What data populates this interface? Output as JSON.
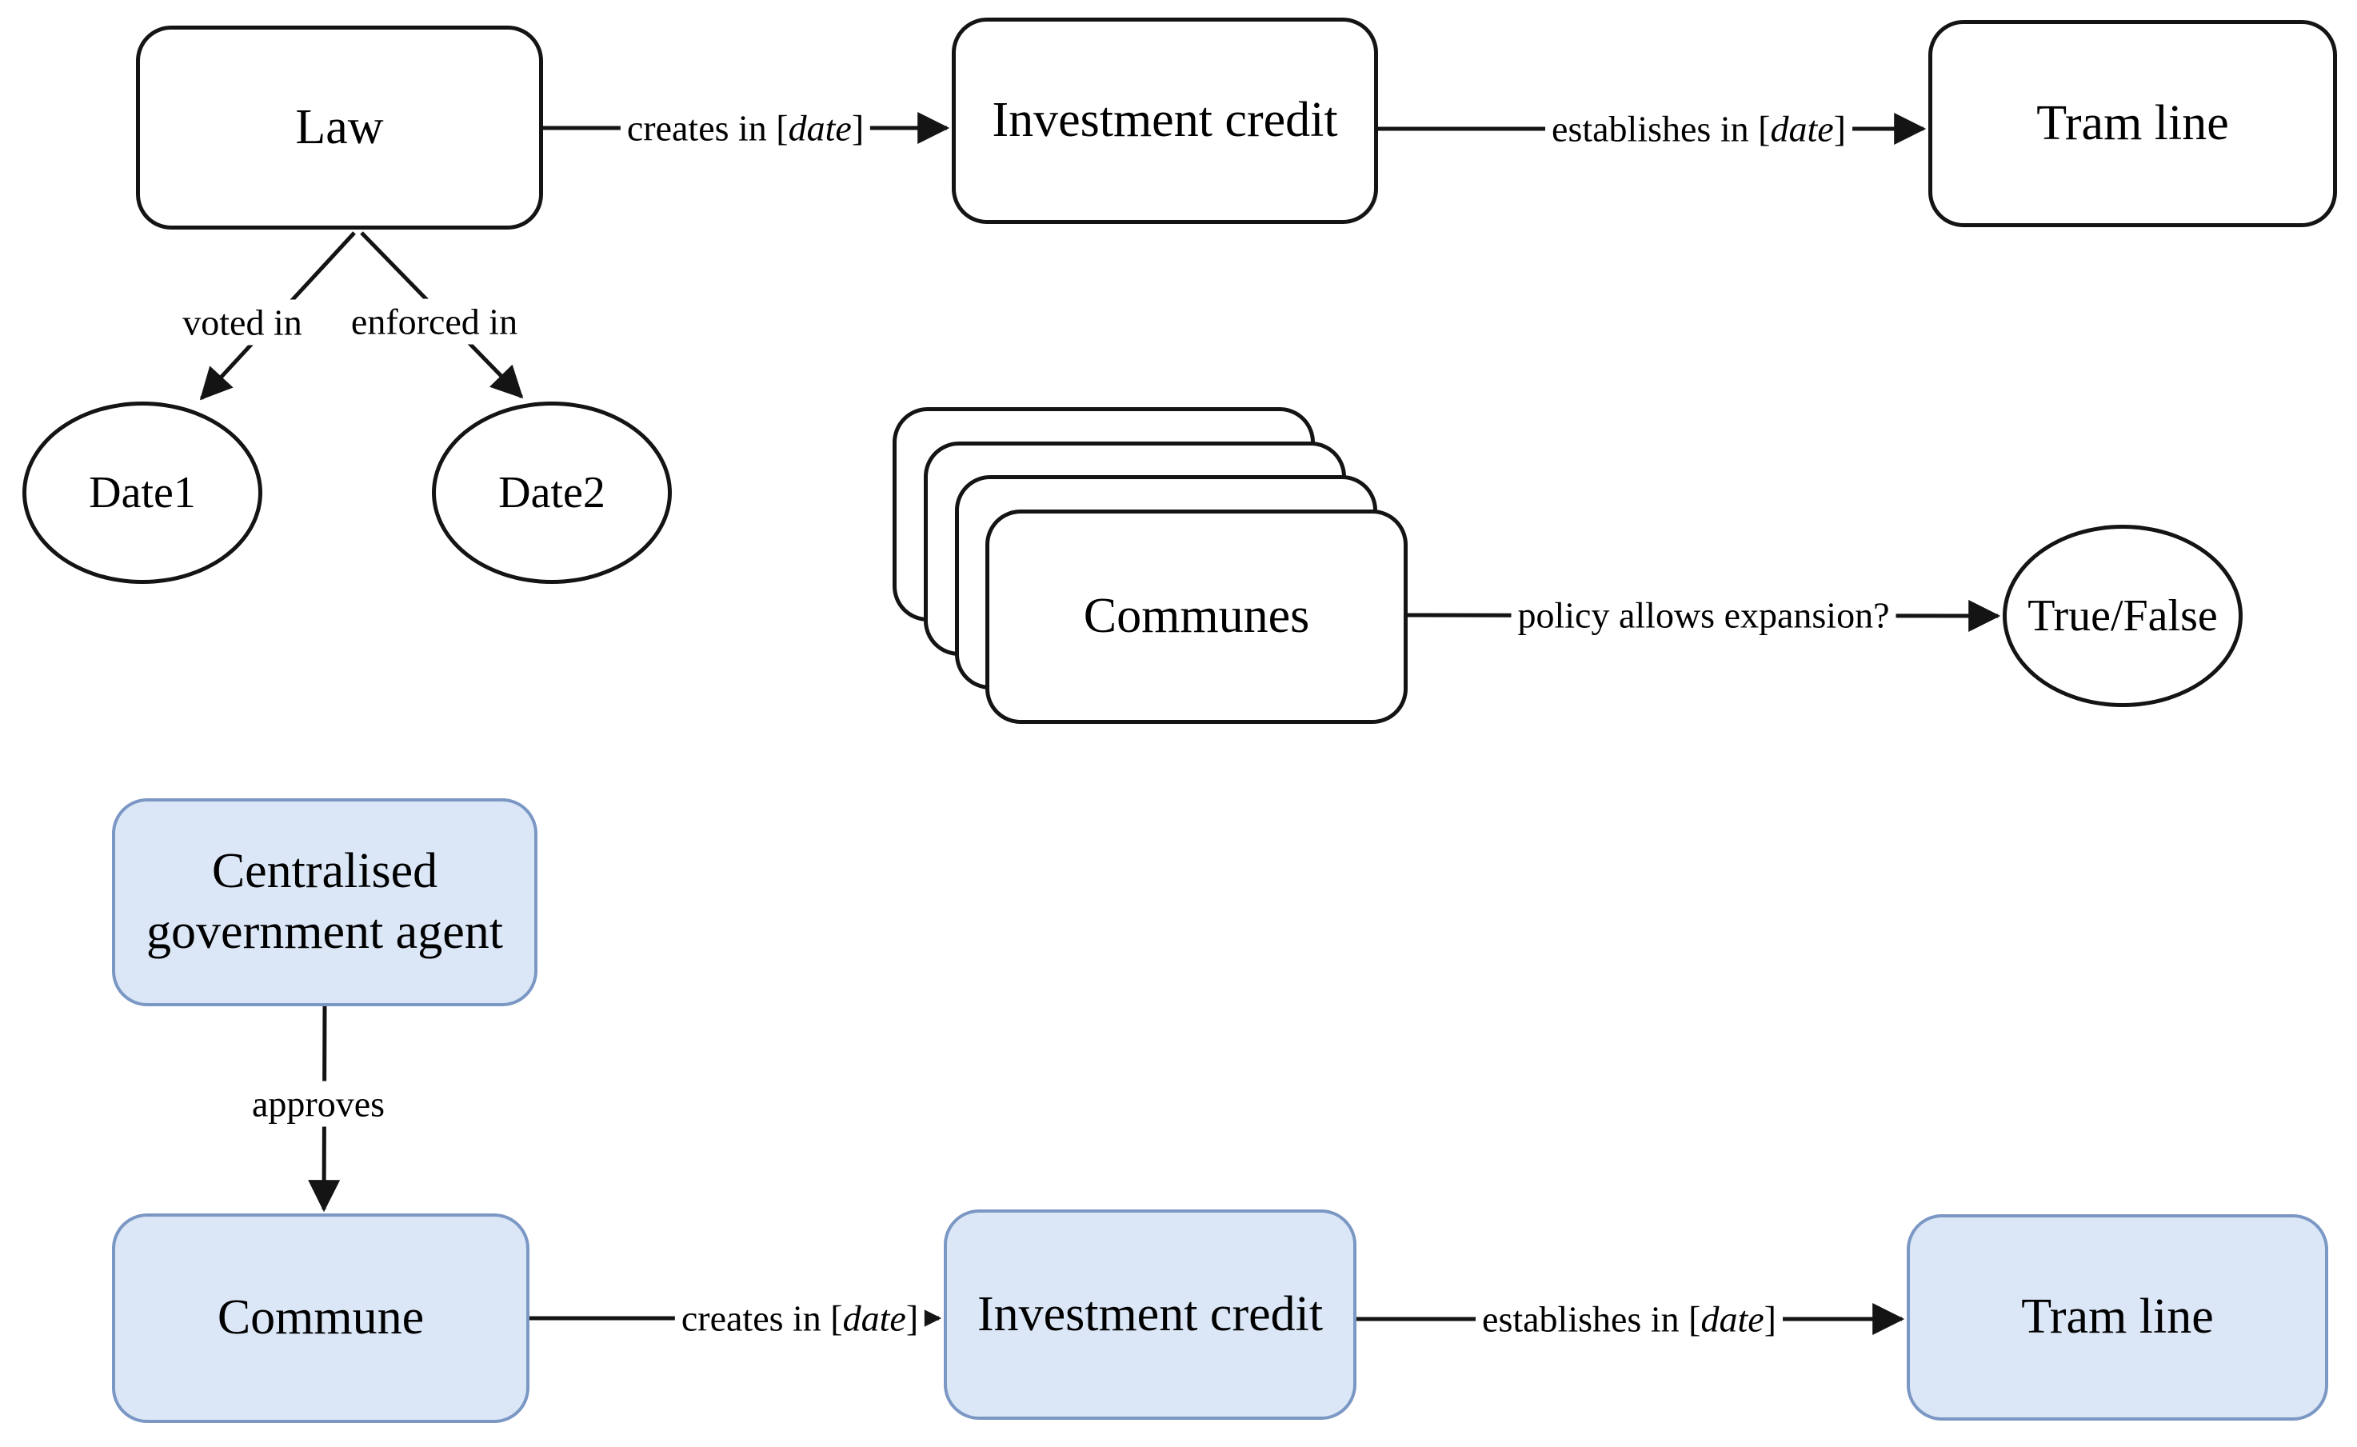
{
  "diagram": {
    "nodes": {
      "law": {
        "label": "Law"
      },
      "investment_credit_top": {
        "label": "Investment credit"
      },
      "tram_line_top": {
        "label": "Tram line"
      },
      "date1": {
        "label": "Date1"
      },
      "date2": {
        "label": "Date2"
      },
      "communes": {
        "label": "Communes"
      },
      "true_false": {
        "label": "True/False"
      },
      "centralised_government_agent": {
        "label": "Centralised government agent"
      },
      "commune": {
        "label": "Commune"
      },
      "investment_credit_bottom": {
        "label": "Investment credit"
      },
      "tram_line_bottom": {
        "label": "Tram line"
      }
    },
    "edge_labels": {
      "creates_top": {
        "pre": "creates in [",
        "italic": "date",
        "post": "]"
      },
      "establishes_top": {
        "pre": "establishes in [",
        "italic": "date",
        "post": "]"
      },
      "voted_in": {
        "text": "voted in"
      },
      "enforced_in": {
        "text": "enforced in"
      },
      "policy_allows_expansion": {
        "text": "policy allows expansion?"
      },
      "approves": {
        "text": "approves"
      },
      "creates_bottom": {
        "pre": "creates in [",
        "italic": "date",
        "post": "]"
      },
      "establishes_bottom": {
        "pre": "establishes in [",
        "italic": "date",
        "post": "]"
      }
    },
    "colors": {
      "background": "#ffffff",
      "line": "#141414",
      "darkNodeBorder": "#141414",
      "darkNodeFill": "#ffffff",
      "blueNodeFill": "#dbe7f7",
      "blueNodeBorder": "#7b97c4",
      "text": "#000000"
    }
  }
}
